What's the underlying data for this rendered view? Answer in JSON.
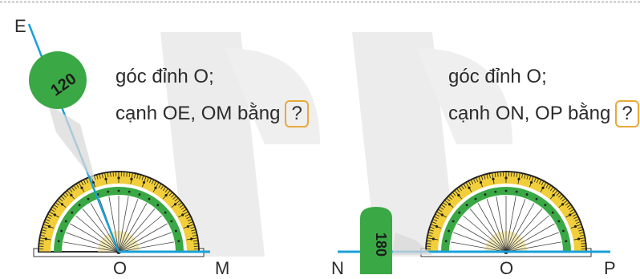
{
  "figure_left": {
    "line1": "góc đỉnh O;",
    "line2": "cạnh OE, OM bằng",
    "question": "?",
    "points": {
      "E": "E",
      "O": "O",
      "M": "M"
    },
    "magnifier_value": "120"
  },
  "figure_right": {
    "line1": "góc đỉnh O;",
    "line2": "cạnh ON, OP bằng",
    "question": "?",
    "points": {
      "N": "N",
      "O": "O",
      "P": "P"
    },
    "magnifier_value": "180"
  },
  "colors": {
    "ray": "#1aa0d8",
    "protractor_green": "#3aa845",
    "protractor_yellow": "#f2cf3a",
    "question_border": "#e8a93a",
    "watermark": "#e6e6e6"
  }
}
